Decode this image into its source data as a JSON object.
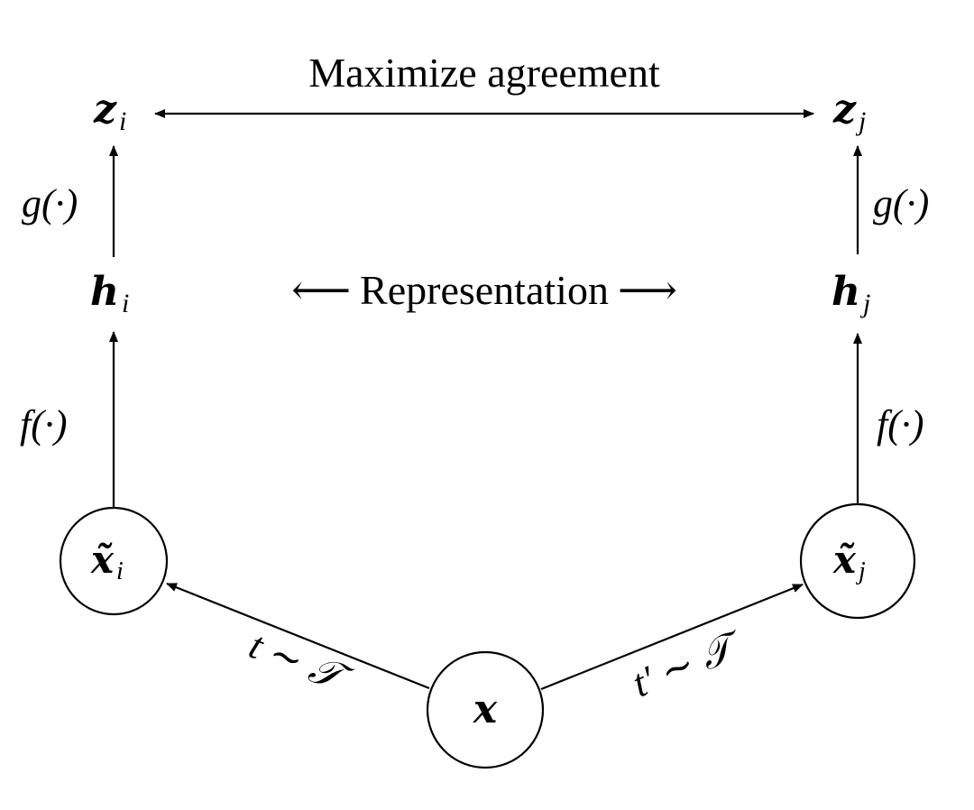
{
  "title": "Maximize agreement",
  "center_label": "Representation",
  "left_arrow_glyph": "⟵",
  "right_arrow_glyph": "⟶",
  "nodes": {
    "z_i": {
      "base": "z",
      "sub": "i"
    },
    "z_j": {
      "base": "z",
      "sub": "j"
    },
    "h_i": {
      "base": "h",
      "sub": "i"
    },
    "h_j": {
      "base": "h",
      "sub": "j"
    },
    "x_tilde_i": {
      "base": "x̃",
      "sub": "i"
    },
    "x_tilde_j": {
      "base": "x̃",
      "sub": "j"
    },
    "x": {
      "base": "x"
    }
  },
  "edge_labels": {
    "g_left": "g(·)",
    "g_right": "g(·)",
    "f_left": "f(·)",
    "f_right": "f(·)",
    "t_left": "t ∼ 𝒯",
    "t_right": "t′ ∼ 𝒯"
  }
}
